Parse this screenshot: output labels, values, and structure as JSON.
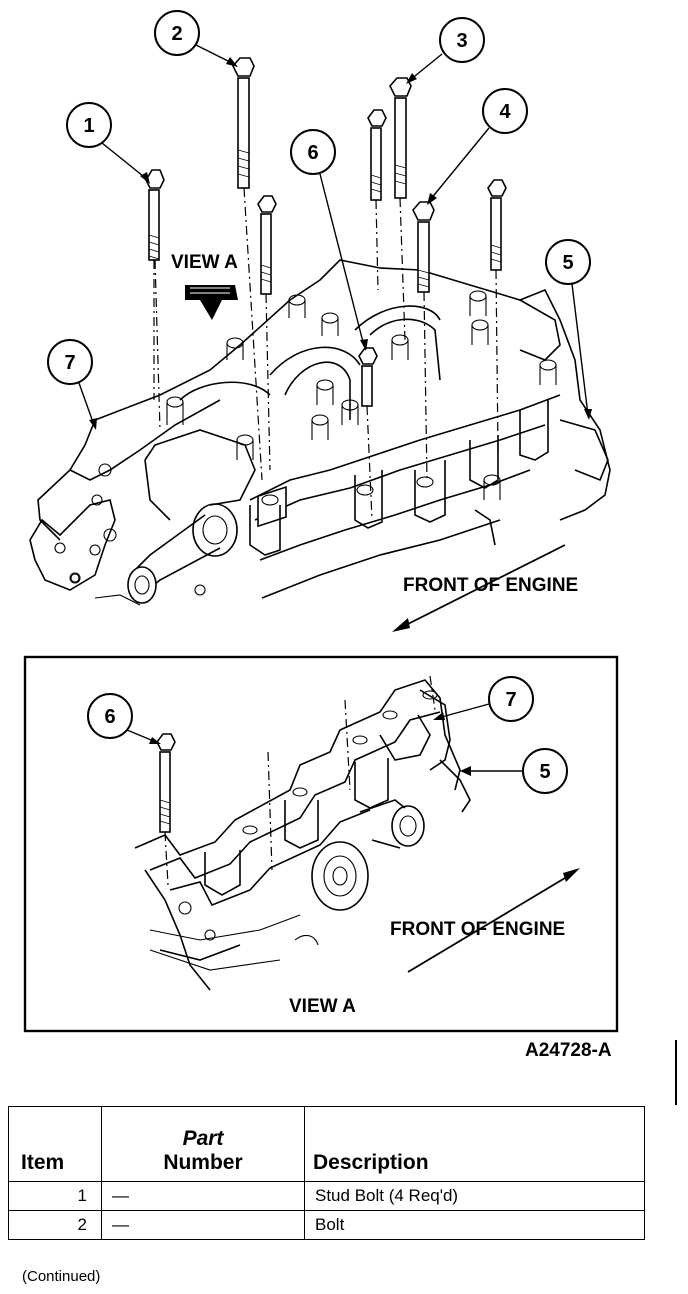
{
  "figure": {
    "figure_id": "A24728-A",
    "front_of_engine_label": "FRONT OF ENGINE",
    "view_a_label": "VIEW A",
    "callouts_main": [
      "1",
      "2",
      "3",
      "4",
      "5",
      "6",
      "7"
    ],
    "callouts_view_a": [
      "6",
      "7",
      "5"
    ]
  },
  "table": {
    "headers": {
      "item": "Item",
      "part_line1": "Part",
      "part_line2": "Number",
      "description": "Description"
    },
    "rows": [
      {
        "item": "1",
        "part": "—",
        "description": "Stud Bolt (4 Req'd)"
      },
      {
        "item": "2",
        "part": "—",
        "description": "Bolt"
      }
    ]
  },
  "footer": {
    "continued": "(Continued)"
  }
}
